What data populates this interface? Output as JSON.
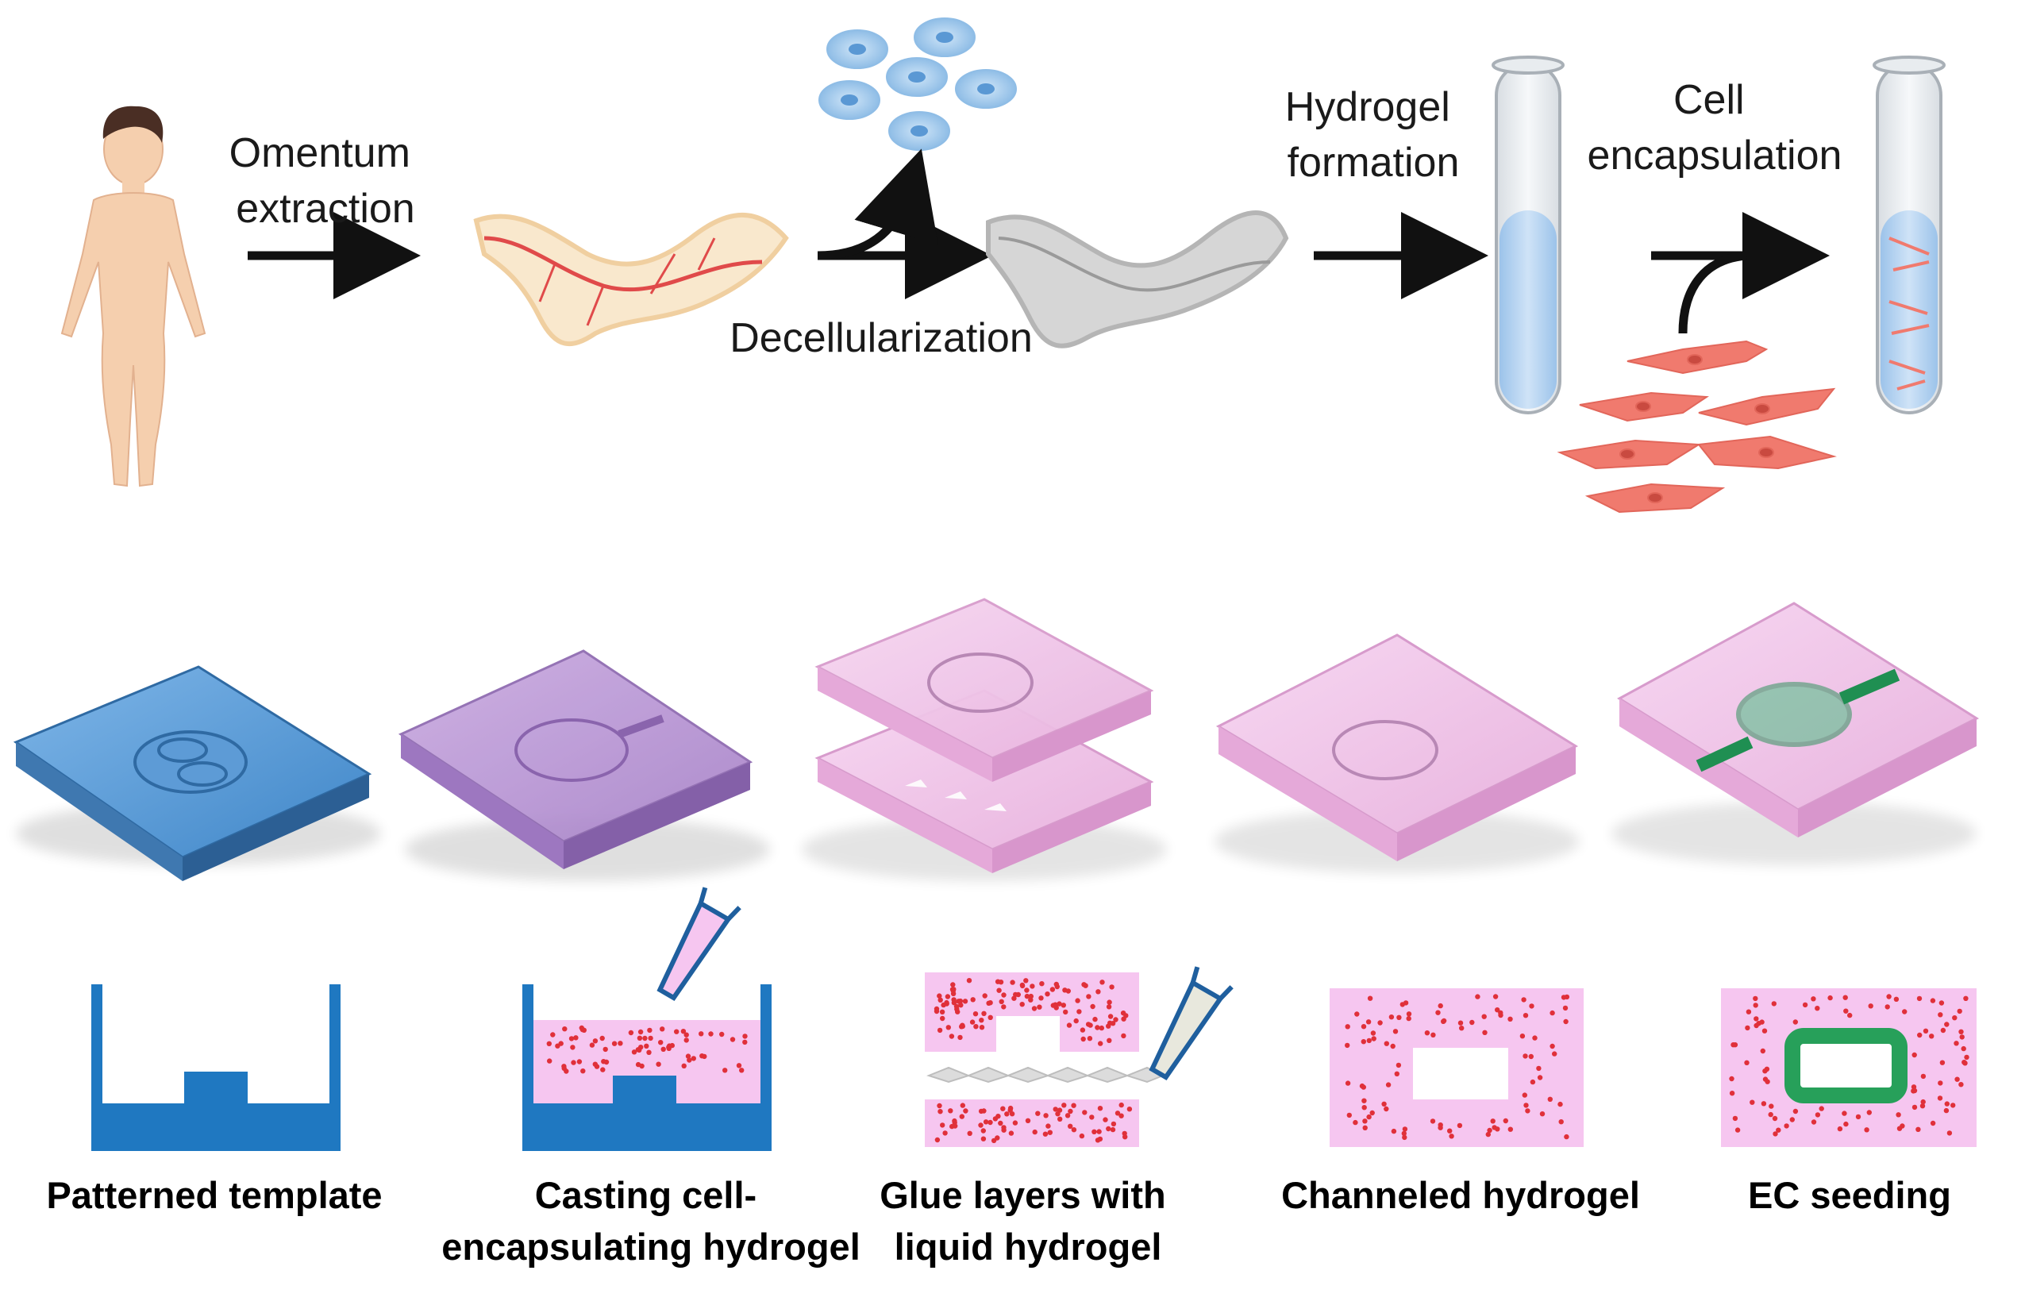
{
  "top_row": {
    "omentum_extraction": [
      "Omentum",
      "extraction"
    ],
    "decellularization": "Decellularization",
    "hydrogel_formation": [
      "Hydrogel",
      "formation"
    ],
    "cell_encapsulation": [
      "Cell",
      "encapsulation"
    ]
  },
  "bottom_row": {
    "patterned_template": "Patterned template",
    "casting": [
      "Casting cell-",
      "encapsulating hydrogel"
    ],
    "glue_layers": [
      "Glue layers with",
      "liquid hydrogel"
    ],
    "channeled_hydrogel": "Channeled hydrogel",
    "ec_seeding": "EC seeding"
  },
  "colors": {
    "arrow": "#111111",
    "template_blue": "#1f78c1",
    "hydrogel_pink": "#f6c6f0",
    "cell_dot": "#e0303a",
    "endothelial_green": "#27a05a",
    "fibroblast": "#f07a6e",
    "tissue_fill": "#f8e4c4",
    "vessel_red": "#e04a4a",
    "decell_gray": "#d6d6d6",
    "cell_blue": "#a8cfee"
  },
  "icons": [
    "human-body-icon",
    "omentum-tissue-icon",
    "cell-cluster-icon",
    "decellularized-matrix-icon",
    "test-tube-icon",
    "fibroblast-cells-icon",
    "pipette-icon"
  ]
}
